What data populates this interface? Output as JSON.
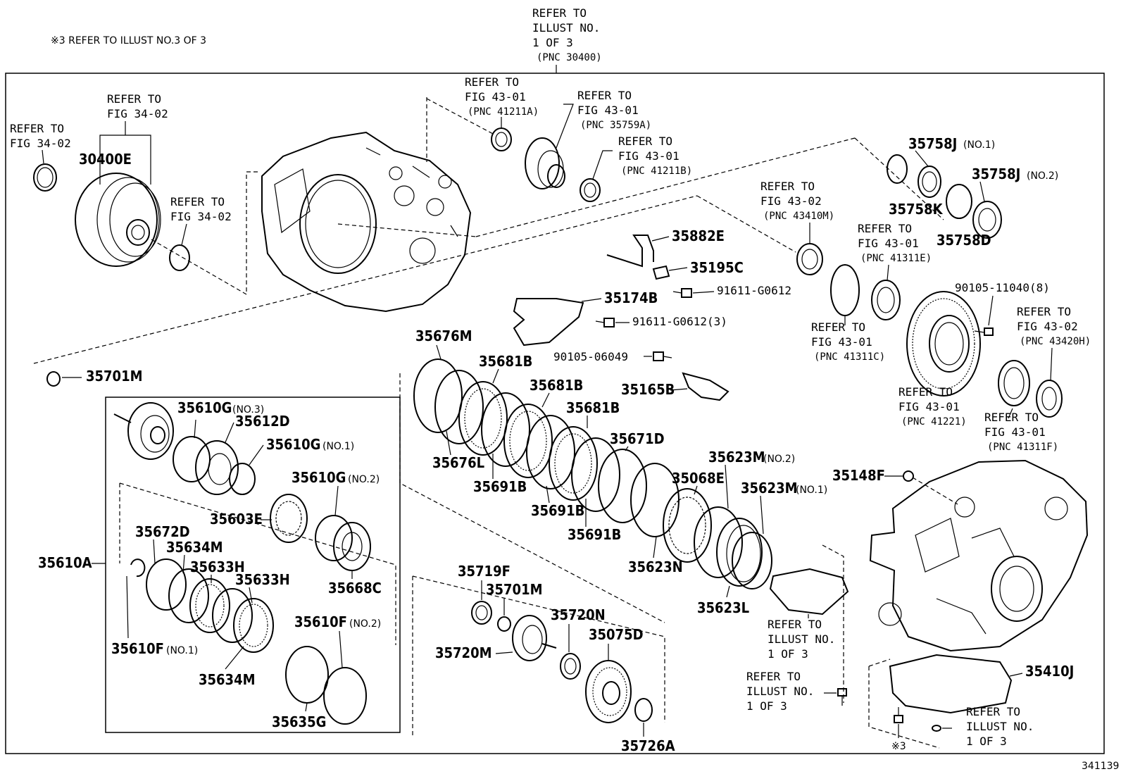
{
  "header_note": "※3 REFER TO ILLUST NO.3 OF 3",
  "figure_number": "341139",
  "refs": {
    "illust_top": [
      "REFER TO",
      "ILLUST NO.",
      "1 OF 3",
      "(PNC 30400)"
    ],
    "fig3402_a": [
      "REFER TO",
      "FIG 34-02"
    ],
    "fig3402_b": [
      "REFER TO",
      "FIG 34-02"
    ],
    "fig3402_c": [
      "REFER TO",
      "FIG 34-02"
    ],
    "fig4301_41211a": [
      "REFER TO",
      "FIG 43-01",
      "(PNC 41211A)"
    ],
    "fig4301_35759a": [
      "REFER TO",
      "FIG 43-01",
      "(PNC 35759A)"
    ],
    "fig4301_41211b": [
      "REFER TO",
      "FIG 43-01",
      "(PNC 41211B)"
    ],
    "fig4302_43410m": [
      "REFER TO",
      "FIG 43-02",
      "(PNC 43410M)"
    ],
    "fig4301_41311e": [
      "REFER TO",
      "FIG 43-01",
      "(PNC 41311E)"
    ],
    "fig4301_41311c": [
      "REFER TO",
      "FIG 43-01",
      "(PNC 41311C)"
    ],
    "fig4302_43420h": [
      "REFER TO",
      "FIG 43-02",
      "(PNC 43420H)"
    ],
    "fig4301_41221": [
      "REFER TO",
      "FIG 43-01",
      "(PNC 41221)"
    ],
    "fig4301_41311f": [
      "REFER TO",
      "FIG 43-01",
      "(PNC 41311F)"
    ],
    "illust_1": [
      "REFER TO",
      "ILLUST NO.",
      "1 OF 3"
    ],
    "illust_2": [
      "REFER TO",
      "ILLUST NO.",
      "1 OF 3"
    ],
    "illust_3": [
      "REFER TO",
      "ILLUST NO.",
      "1 OF 3"
    ]
  },
  "parts": {
    "p30400E": "30400E",
    "p35758J_1": "35758J",
    "p35758J_1_note": "(NO.1)",
    "p35758J_2": "35758J",
    "p35758J_2_note": "(NO.2)",
    "p35758K": "35758K",
    "p35758D": "35758D",
    "p35882E": "35882E",
    "p35195C": "35195C",
    "p91611_g0612": "91611-G0612",
    "p35174B": "35174B",
    "p91611_g0612_3": "91611-G0612(3)",
    "p90105_11040": "90105-11040(8)",
    "p90105_06049": "90105-06049",
    "p35165B": "35165B",
    "p35701M_a": "35701M",
    "p35610G_3": "35610G",
    "p35610G_3_note": "(NO.3)",
    "p35612D": "35612D",
    "p35610G_1": "35610G",
    "p35610G_1_note": "(NO.1)",
    "p35610G_2": "35610G",
    "p35610G_2_note": "(NO.2)",
    "p35603E": "35603E",
    "p35668C": "35668C",
    "p35610A": "35610A",
    "p35672D": "35672D",
    "p35634M_a": "35634M",
    "p35633H_a": "35633H",
    "p35633H_b": "35633H",
    "p35610F_2": "35610F",
    "p35610F_2_note": "(NO.2)",
    "p35610F_1": "35610F",
    "p35610F_1_note": "(NO.1)",
    "p35634M_b": "35634M",
    "p35635G": "35635G",
    "p35676M": "35676M",
    "p35681B_a": "35681B",
    "p35681B_b": "35681B",
    "p35681B_c": "35681B",
    "p35676L": "35676L",
    "p35691B_a": "35691B",
    "p35691B_b": "35691B",
    "p35691B_c": "35691B",
    "p35671D": "35671D",
    "p35068E": "35068E",
    "p35623M_2": "35623M",
    "p35623M_2_note": "(NO.2)",
    "p35623M_1": "35623M",
    "p35623M_1_note": "(NO.1)",
    "p35623N": "35623N",
    "p35623L": "35623L",
    "p35148F": "35148F",
    "p35719F": "35719F",
    "p35701M_b": "35701M",
    "p35720N": "35720N",
    "p35075D": "35075D",
    "p35720M": "35720M",
    "p35726A": "35726A",
    "p35410J": "35410J",
    "p_x3": "※3"
  }
}
